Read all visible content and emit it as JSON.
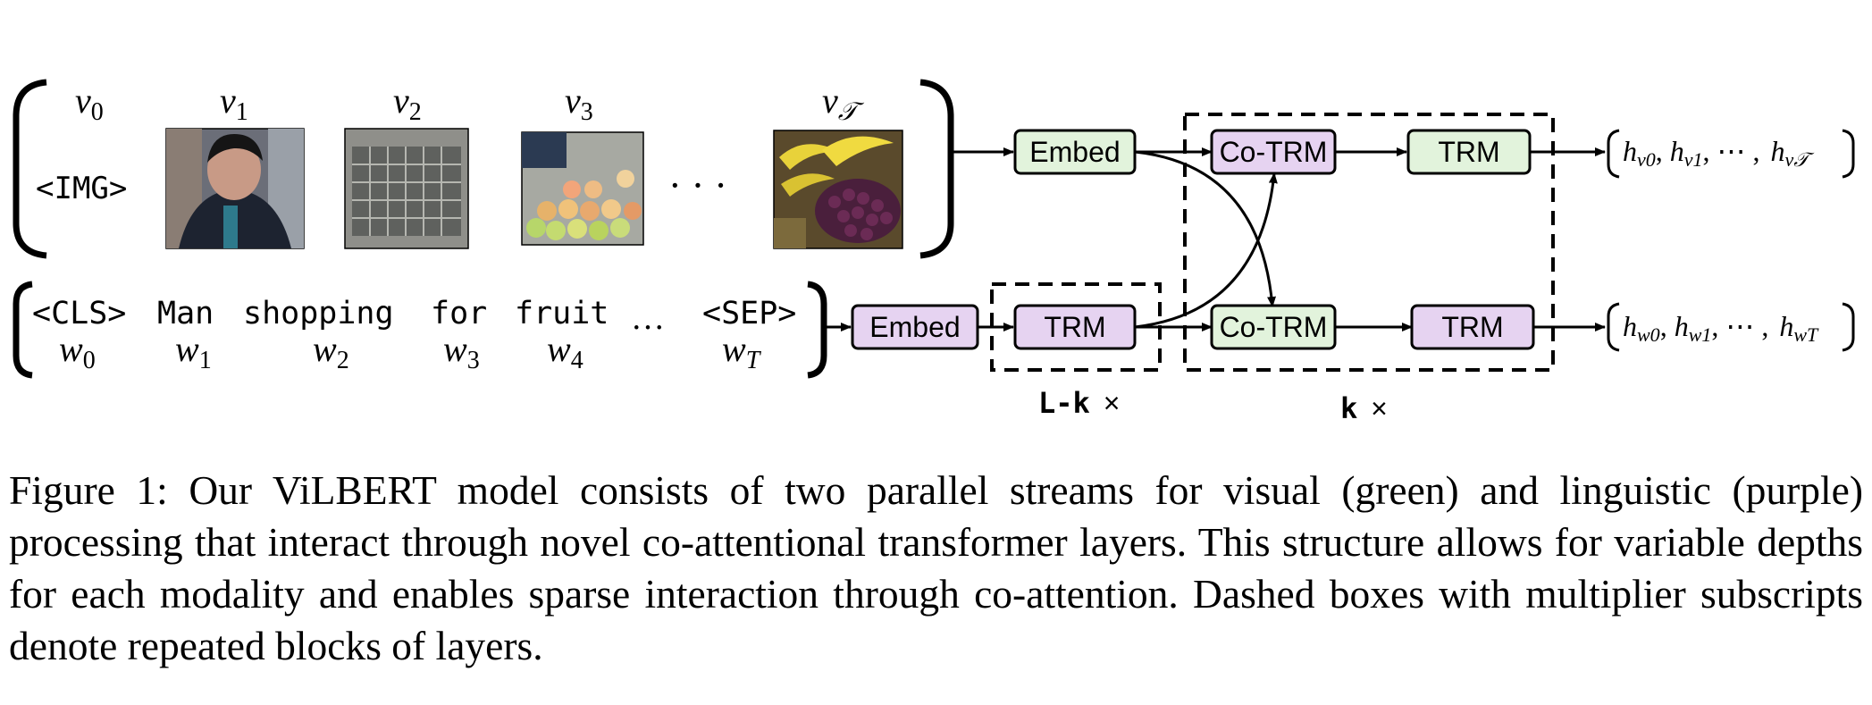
{
  "figure": {
    "image_row": {
      "tokens": [
        "v",
        "v",
        "v",
        "v",
        "v"
      ],
      "subscripts": [
        "0",
        "1",
        "2",
        "3",
        "𝒯"
      ],
      "img_token": "<IMG>",
      "ellipsis": "· · ·",
      "images": [
        "blurred-face-person",
        "empty-plastic-crate",
        "fruit-stall-peaches",
        "bananas-and-grapes"
      ]
    },
    "text_row": {
      "words": [
        "<CLS>",
        "Man",
        "shopping",
        "for",
        "fruit",
        "<SEP>"
      ],
      "w_tokens": [
        "w",
        "w",
        "w",
        "w",
        "w",
        "w"
      ],
      "w_subscripts": [
        "0",
        "1",
        "2",
        "3",
        "4",
        "T"
      ],
      "ellipsis": "…"
    },
    "blocks": {
      "embed": "Embed",
      "co_trm": "Co-TRM",
      "trm": "TRM"
    },
    "multipliers": {
      "l_minus_k": "L-k",
      "k": "k",
      "times": "×"
    },
    "outputs": {
      "visual": {
        "h": [
          "h",
          "h",
          "h"
        ],
        "subs": [
          "v0",
          "v1",
          "v𝒯"
        ],
        "sep": [
          ",",
          ", ⋯ ,"
        ]
      },
      "text": {
        "h": [
          "h",
          "h",
          "h"
        ],
        "subs": [
          "w0",
          "w1",
          "wT"
        ],
        "sep": [
          ",",
          ", ⋯ ,"
        ]
      }
    },
    "colors": {
      "visual_fill": "#e2f3dc",
      "linguistic_fill": "#e6d3f1",
      "stroke": "#000000"
    }
  },
  "caption": "Figure 1: Our ViLBERT model consists of two parallel streams for visual (green) and linguistic (purple) processing that interact through novel co-attentional transformer layers. This structure allows for variable depths for each modality and enables sparse interaction through co-attention. Dashed boxes with multiplier subscripts denote repeated blocks of layers."
}
